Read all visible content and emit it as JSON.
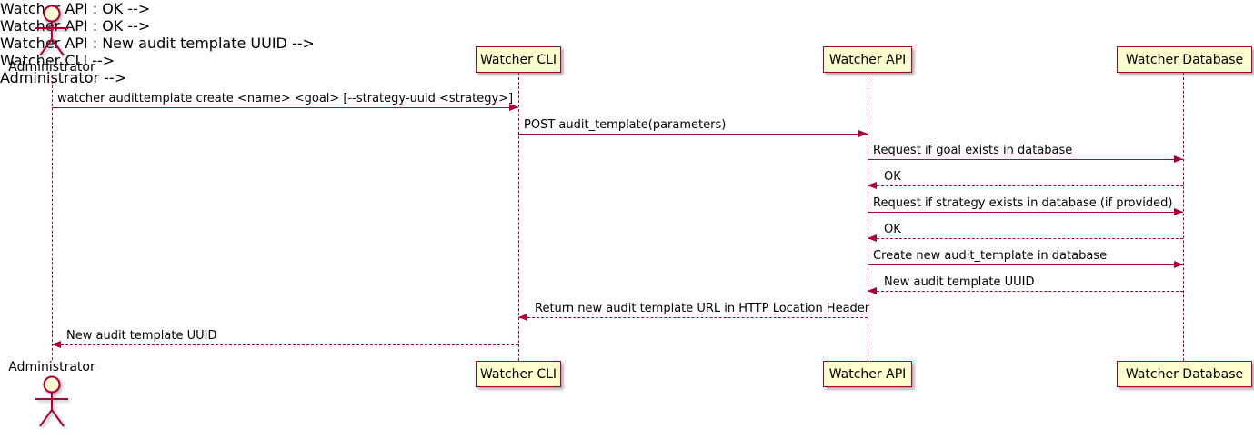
{
  "diagram": {
    "type": "sequence",
    "background": "#FFFFFF",
    "colors": {
      "line": "#A80036",
      "participant_fill": "#FEFECE",
      "text": "#000000",
      "shadow": "#9E9E9E"
    },
    "participants": [
      {
        "name": "Administrator",
        "kind": "actor"
      },
      {
        "name": "Watcher CLI",
        "kind": "participant"
      },
      {
        "name": "Watcher API",
        "kind": "participant"
      },
      {
        "name": "Watcher Database",
        "kind": "participant"
      }
    ],
    "messages": [
      {
        "from": "Administrator",
        "to": "Watcher CLI",
        "line": "solid",
        "label": "watcher audittemplate create <name> <goal> [--strategy-uuid <strategy>]"
      },
      {
        "from": "Watcher CLI",
        "to": "Watcher API",
        "line": "solid",
        "label": "POST audit_template(parameters)"
      },
      {
        "from": "Watcher API",
        "to": "Watcher Database",
        "line": "solid",
        "label": "Request if goal exists in database"
      },
      {
        "from": "Watcher Database",
        "to": "Watcher API",
        "line": "dashed",
        "label": "OK"
      },
      {
        "from": "Watcher API",
        "to": "Watcher Database",
        "line": "solid",
        "label": "Request if strategy exists in database (if provided)"
      },
      {
        "from": "Watcher Database",
        "to": "Watcher API",
        "line": "dashed",
        "label": "OK"
      },
      {
        "from": "Watcher API",
        "to": "Watcher Database",
        "line": "solid",
        "label": "Create new audit_template in database"
      },
      {
        "from": "Watcher Database",
        "to": "Watcher API",
        "line": "dashed",
        "label": "New audit template UUID"
      },
      {
        "from": "Watcher API",
        "to": "Watcher CLI",
        "line": "dashed",
        "label": "Return new audit template URL in HTTP Location Header"
      },
      {
        "from": "Watcher CLI",
        "to": "Administrator",
        "line": "dashed",
        "label": "New audit template UUID"
      }
    ]
  }
}
